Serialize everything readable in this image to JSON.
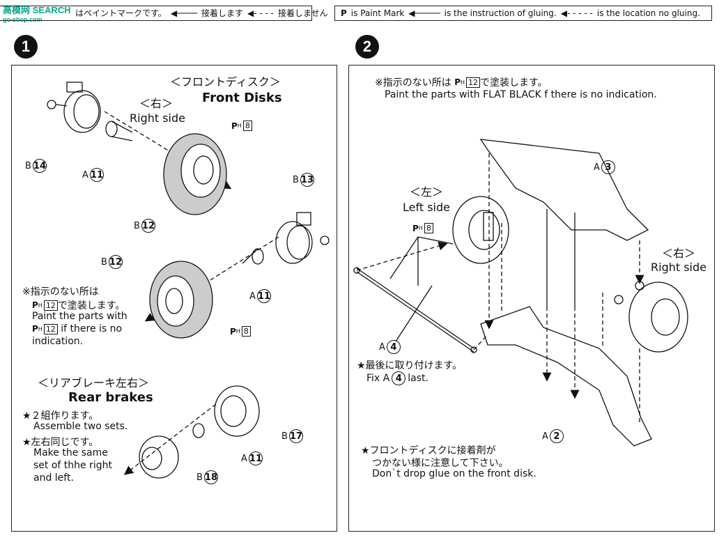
{
  "watermark": {
    "site": "SEARCH",
    "brand": "高模网",
    "url": "go-shop.com"
  },
  "legend_jp": {
    "paint": "はペイントマークです。",
    "glue": "接着します",
    "noglue": "接着しません"
  },
  "legend_en": {
    "mark": "P",
    "paint": "is Paint Mark",
    "glue": "is the instruction of gluing.",
    "noglue": "is the location no gluing."
  },
  "step1": {
    "num": "1",
    "front_jp": "＜フロントディスク＞",
    "front_en": "Front Disks",
    "right_jp": "＜右＞",
    "right_en": "Right side",
    "paint_ph8": "8",
    "parts": {
      "b14": {
        "letter": "B",
        "num": "14"
      },
      "a11": {
        "letter": "A",
        "num": "11"
      },
      "b12": {
        "letter": "B",
        "num": "12"
      },
      "b13": {
        "letter": "B",
        "num": "13"
      },
      "b12b": {
        "letter": "B",
        "num": "12"
      },
      "a11b": {
        "letter": "A",
        "num": "11"
      },
      "ph8b": "8"
    },
    "note_jp1": "※指示のない所は",
    "note_jp2": "で塗装します。",
    "note_ph12": "12",
    "note_en1": "Paint the parts with",
    "note_en2": "if there is no",
    "note_en3": "indication.",
    "rear_jp": "＜リアブレーキ左右＞",
    "rear_en": "Rear brakes",
    "rear_note1_jp": "★２組作ります。",
    "rear_note1_en": "Assemble two sets.",
    "rear_note2_jp": "★左右同じです。",
    "rear_note2_en1": "Make the same",
    "rear_note2_en2": "set of thhe right",
    "rear_note2_en3": "and left.",
    "rear_parts": {
      "b17": {
        "letter": "B",
        "num": "17"
      },
      "a11": {
        "letter": "A",
        "num": "11"
      },
      "b18": {
        "letter": "B",
        "num": "18"
      }
    }
  },
  "step2": {
    "num": "2",
    "note_jp": "※指示のない所は",
    "note_jp2": "で塗装します。",
    "note_ph12": "12",
    "note_en": "Paint the parts with FLAT BLACK f there is no indication.",
    "a3": {
      "letter": "A",
      "num": "3"
    },
    "left_jp": "＜左＞",
    "left_en": "Left side",
    "ph8": "8",
    "right_jp": "＜右＞",
    "right_en": "Right side",
    "a4": {
      "letter": "A",
      "num": "4"
    },
    "fix_jp": "★最後に取り付けます。",
    "fix_en_pre": "Fix  A",
    "fix_num": "4",
    "fix_en_post": "last.",
    "a2": {
      "letter": "A",
      "num": "2"
    },
    "glue_jp1": "★フロントディスクに接着剤が",
    "glue_jp2": "つかない様に注意して下さい。",
    "glue_en": "Don`t drop glue on the front disk."
  }
}
